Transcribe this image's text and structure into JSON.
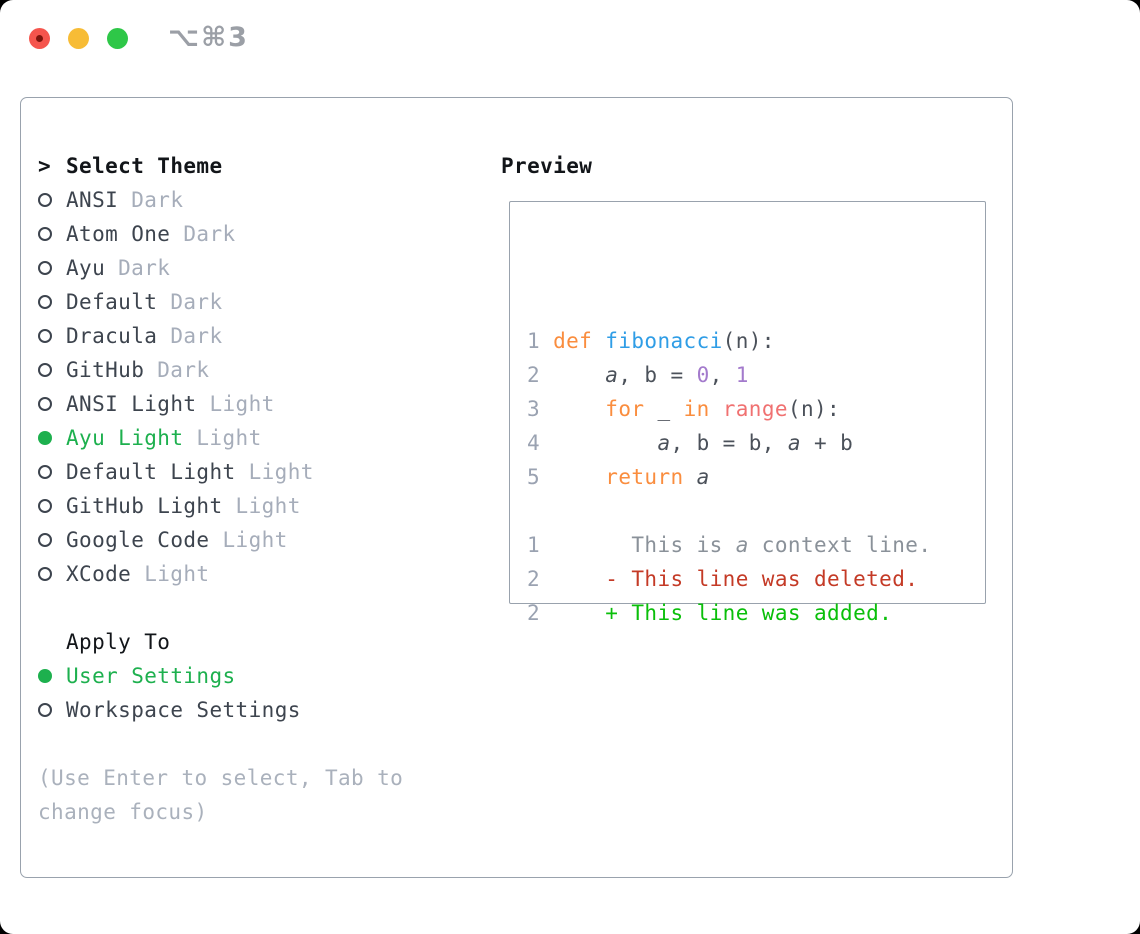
{
  "titlebar": {
    "shortcut": "⌥⌘3"
  },
  "colors": {
    "traffic_red": "#f5554d",
    "traffic_red_dot": "#7e150d",
    "traffic_yellow": "#f7bc36",
    "traffic_green": "#2ec748",
    "shortcut": "#9b9fa6",
    "border": "#99a2ad",
    "text_black": "#121519",
    "text_dark": "#3d444e",
    "muted": "#a6adba",
    "hint": "#aab1bc",
    "accent_green": "#1db04e",
    "gutter": "#9aa2b1",
    "fg": "#4b515a",
    "orange": "#fa8d3e",
    "blue": "#2f9de6",
    "purple": "#a37acc",
    "coral": "#f07171",
    "context": "#8a9199",
    "removed": "#c43a26",
    "added": "#0abf0a"
  },
  "left": {
    "header_prefix": ">",
    "header": "Select Theme",
    "themes": [
      {
        "name": "ANSI",
        "variant": "Dark",
        "selected": false
      },
      {
        "name": "Atom One",
        "variant": "Dark",
        "selected": false
      },
      {
        "name": "Ayu",
        "variant": "Dark",
        "selected": false
      },
      {
        "name": "Default",
        "variant": "Dark",
        "selected": false
      },
      {
        "name": "Dracula",
        "variant": "Dark",
        "selected": false
      },
      {
        "name": "GitHub",
        "variant": "Dark",
        "selected": false
      },
      {
        "name": "ANSI Light",
        "variant": "Light",
        "selected": false
      },
      {
        "name": "Ayu Light",
        "variant": "Light",
        "selected": true
      },
      {
        "name": "Default Light",
        "variant": "Light",
        "selected": false
      },
      {
        "name": "GitHub Light",
        "variant": "Light",
        "selected": false
      },
      {
        "name": "Google Code",
        "variant": "Light",
        "selected": false
      },
      {
        "name": "XCode",
        "variant": "Light",
        "selected": false
      }
    ],
    "apply_header": "Apply To",
    "apply_options": [
      {
        "name": "User Settings",
        "selected": true
      },
      {
        "name": "Workspace Settings",
        "selected": false
      }
    ],
    "hint_lines": [
      "(Use Enter to select, Tab to",
      "change focus)"
    ]
  },
  "preview": {
    "header": "Preview",
    "lines": [
      [
        {
          "t": "1 ",
          "c": "gutter"
        },
        {
          "t": "def ",
          "c": "orange"
        },
        {
          "t": "fibonacci",
          "c": "blue"
        },
        {
          "t": "(n):",
          "c": "fg"
        }
      ],
      [
        {
          "t": "2 ",
          "c": "gutter"
        },
        {
          "t": "    ",
          "c": "fg"
        },
        {
          "t": "a",
          "c": "fg",
          "i": true
        },
        {
          "t": ", b = ",
          "c": "fg"
        },
        {
          "t": "0",
          "c": "purple"
        },
        {
          "t": ", ",
          "c": "fg"
        },
        {
          "t": "1",
          "c": "purple"
        }
      ],
      [
        {
          "t": "3 ",
          "c": "gutter"
        },
        {
          "t": "    ",
          "c": "fg"
        },
        {
          "t": "for",
          "c": "orange"
        },
        {
          "t": " _ ",
          "c": "fg"
        },
        {
          "t": "in",
          "c": "orange"
        },
        {
          "t": " ",
          "c": "fg"
        },
        {
          "t": "range",
          "c": "coral"
        },
        {
          "t": "(n):",
          "c": "fg"
        }
      ],
      [
        {
          "t": "4 ",
          "c": "gutter"
        },
        {
          "t": "        ",
          "c": "fg"
        },
        {
          "t": "a",
          "c": "fg",
          "i": true
        },
        {
          "t": ", b = b, ",
          "c": "fg"
        },
        {
          "t": "a",
          "c": "fg",
          "i": true
        },
        {
          "t": " + b",
          "c": "fg"
        }
      ],
      [
        {
          "t": "5 ",
          "c": "gutter"
        },
        {
          "t": "    ",
          "c": "fg"
        },
        {
          "t": "return ",
          "c": "orange"
        },
        {
          "t": "a",
          "c": "fg",
          "i": true
        }
      ],
      [],
      [
        {
          "t": "1",
          "c": "gutter"
        },
        {
          "t": "       ",
          "c": "context"
        },
        {
          "t": "This is ",
          "c": "context"
        },
        {
          "t": "a",
          "c": "context",
          "i": true
        },
        {
          "t": " context line.",
          "c": "context"
        }
      ],
      [
        {
          "t": "2",
          "c": "gutter"
        },
        {
          "t": "     ",
          "c": "fg"
        },
        {
          "t": "- This line was deleted.",
          "c": "removed"
        }
      ],
      [
        {
          "t": "2",
          "c": "gutter"
        },
        {
          "t": "     ",
          "c": "fg"
        },
        {
          "t": "+ This line was added.",
          "c": "added"
        }
      ]
    ]
  }
}
